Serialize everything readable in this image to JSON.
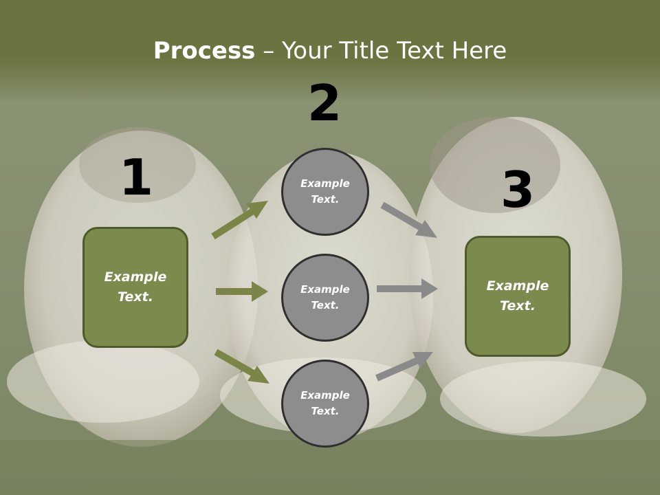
{
  "slide": {
    "title_bold": "Process",
    "title_rest": " – Your Title Text Here",
    "steps": [
      "1",
      "2",
      "3"
    ],
    "box_left_text": "Example Text.",
    "box_right_text": "Example Text.",
    "circles": [
      "Example Text.",
      "Example Text.",
      "Example Text."
    ]
  },
  "colors": {
    "header": "#6a7440",
    "box_fill": "#7d8a4e",
    "box_border": "#4f5a2c",
    "circle_fill": "#8d8d8d",
    "arrow_green": "#7b8547",
    "arrow_gray": "#8a8a8a"
  },
  "icons": [
    "dogs-on-grass-background-image"
  ]
}
